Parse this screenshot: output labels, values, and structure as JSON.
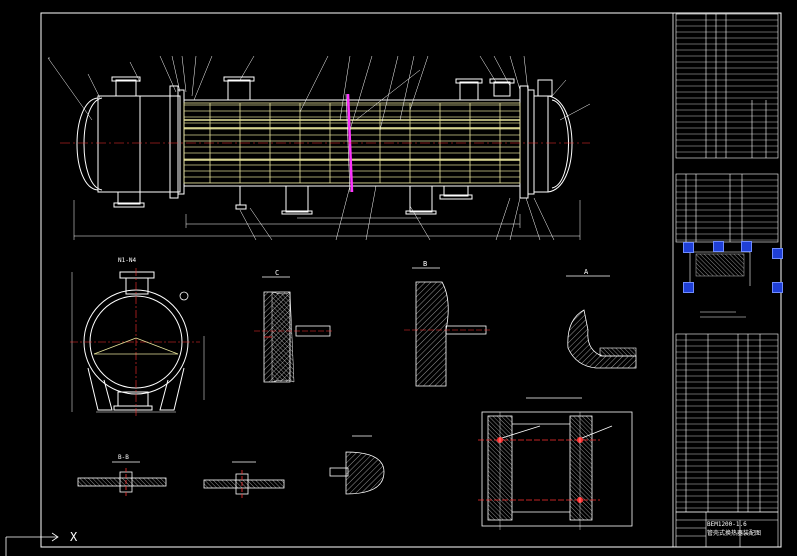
{
  "drawing": {
    "background": "#000000",
    "colors": {
      "line": "#ffffff",
      "tube_bundle": "#e6e29a",
      "center": "#ff3030",
      "baffle": "#ff33ff",
      "grip": "#1f3fd6",
      "hatch": "#bdbdbd"
    },
    "views": {
      "section_c_label": "C",
      "section_b_label": "B",
      "section_a_label": "A",
      "detail_nozzle_label": "N1-N4",
      "detail_support_label": "B-B"
    },
    "title_block": {
      "drawing_title": "BEM1200-1.6",
      "drawing_subtitle": "管壳式换热器装配图"
    },
    "ucs": {
      "axis_label": "X"
    }
  }
}
